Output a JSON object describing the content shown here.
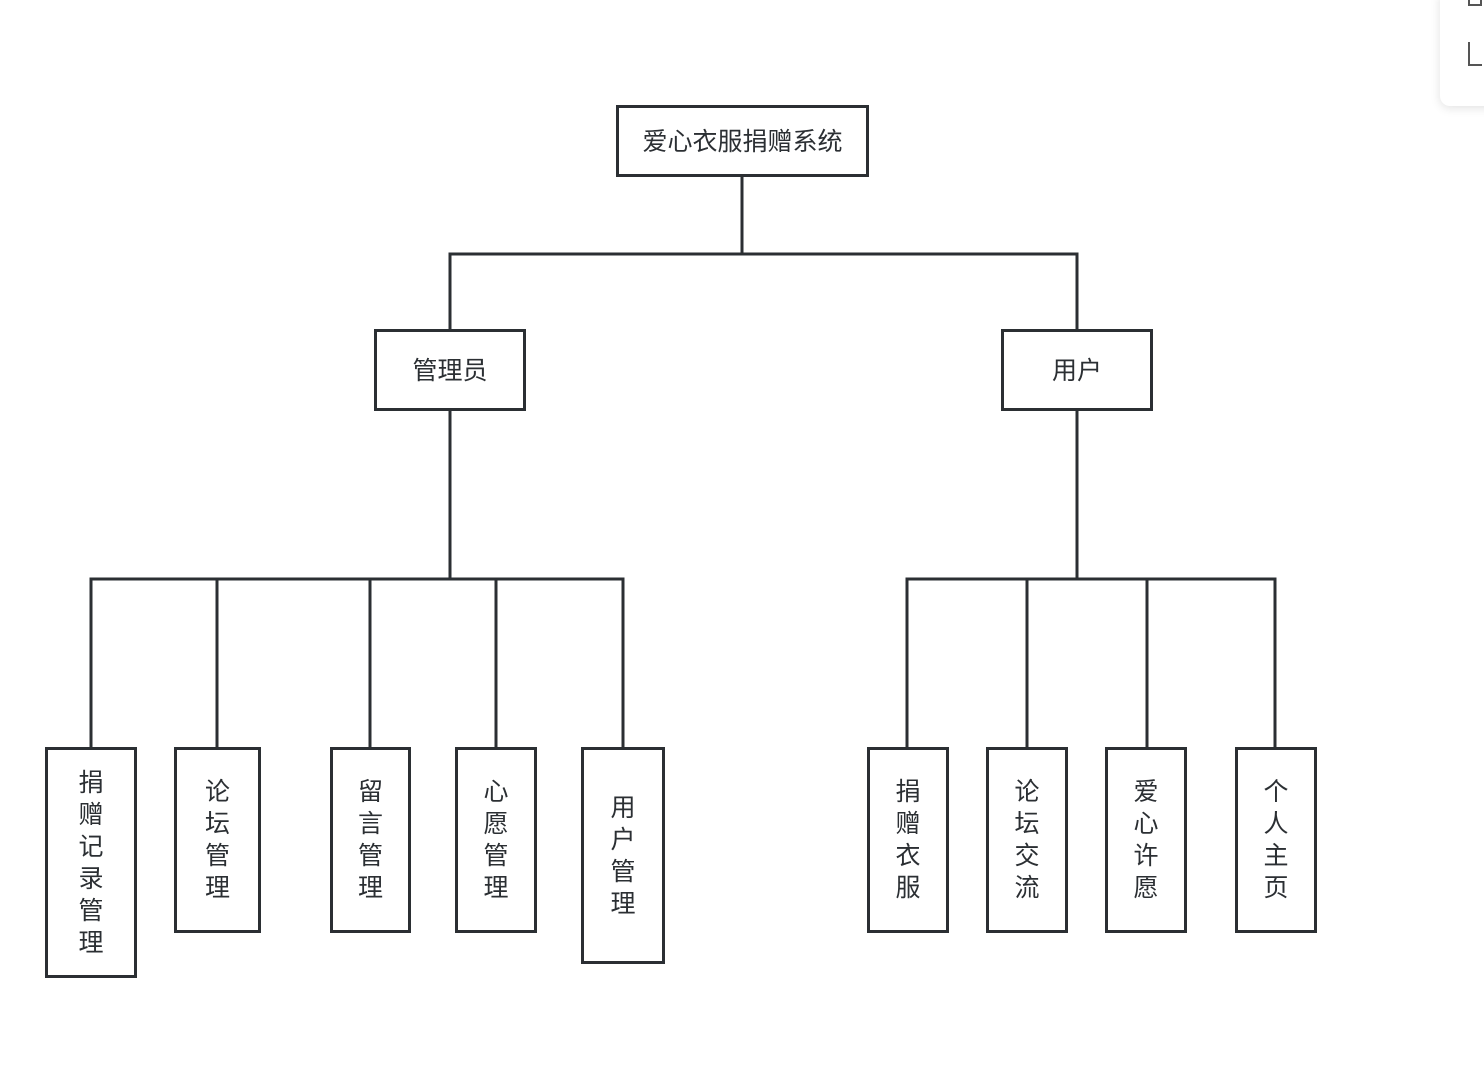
{
  "root": {
    "label": "爱心衣服捐赠系统"
  },
  "roles": [
    {
      "label": "管理员",
      "children": [
        "捐赠记录管理",
        "论坛管理",
        "留言管理",
        "心愿管理",
        "用户管理"
      ]
    },
    {
      "label": "用户",
      "children": [
        "捐赠衣服",
        "论坛交流",
        "爱心许愿",
        "个人主页"
      ]
    }
  ]
}
